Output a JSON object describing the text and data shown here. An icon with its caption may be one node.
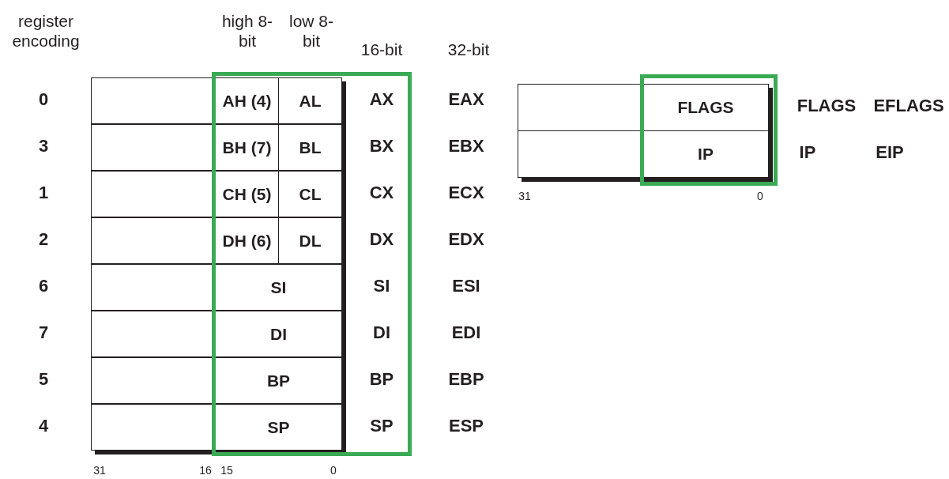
{
  "diagram": {
    "nodes": [
      {
        "text": [],
        "shape": "box"
      },
      {
        "text": [
          "AH (4)"
        ]
      },
      {
        "text": [
          "AL"
        ]
      },
      {
        "text": [],
        "shape": "box"
      },
      {
        "text": [
          "BH (7)"
        ]
      },
      {
        "text": [
          "BL"
        ]
      },
      {
        "text": [],
        "shape": "box"
      },
      {
        "text": [
          "CH (5)"
        ]
      },
      {
        "text": [
          "CL"
        ]
      },
      {
        "text": [],
        "shape": "box"
      },
      {
        "text": [
          "DH (6)"
        ]
      },
      {
        "text": [
          "DL"
        ]
      },
      {
        "text": [],
        "shape": "box"
      },
      {
        "text": [
          "SI"
        ]
      },
      {
        "text": [],
        "shape": "box"
      },
      {
        "text": [
          "DI"
        ]
      },
      {
        "text": [],
        "shape": "box"
      },
      {
        "text": [
          "BP"
        ]
      },
      {
        "text": [],
        "shape": "box"
      },
      {
        "text": [
          "SP"
        ]
      },
      {
        "text": [],
        "shape": "box"
      },
      {
        "text": [
          "FLAGS"
        ]
      },
      {
        "text": [],
        "shape": "box"
      },
      {
        "text": [
          "IP"
        ]
      }
    ],
    "labels": [
      "register encoding",
      "high 8-bit",
      "low 8-bit",
      "16-bit",
      "32-bit",
      "0",
      "AX",
      "EAX",
      "3",
      "BX",
      "EBX",
      "1",
      "CX",
      "ECX",
      "2",
      "DX",
      "EDX",
      "6",
      "SI",
      "ESI",
      "7",
      "DI",
      "EDI",
      "5",
      "BP",
      "EBP",
      "4",
      "SP",
      "ESP",
      "31",
      "16",
      "15",
      "0",
      "FLAGS",
      "EFLAGS",
      "IP",
      "EIP",
      "31",
      "0"
    ]
  }
}
